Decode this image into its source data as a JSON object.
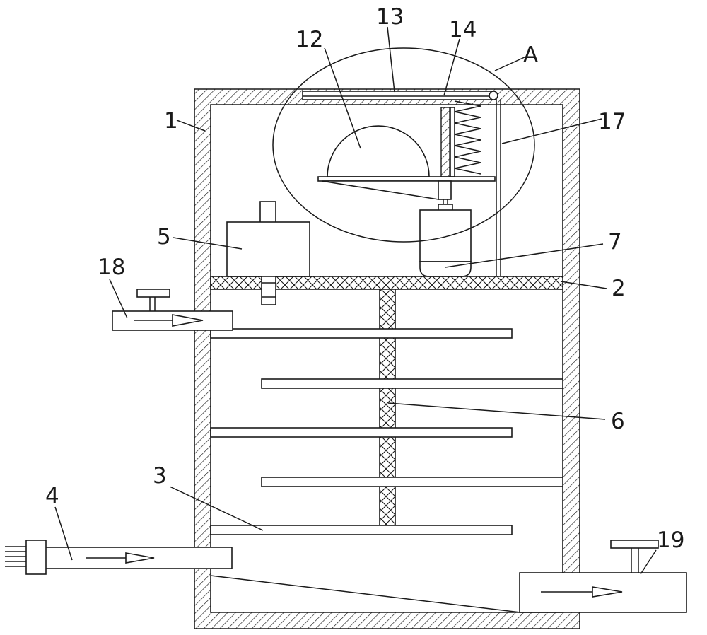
{
  "diagram": {
    "labels": {
      "l1": "1",
      "l2": "2",
      "l3": "3",
      "l4": "4",
      "l5": "5",
      "l6": "6",
      "l7": "7",
      "l12": "12",
      "l13": "13",
      "l14": "14",
      "l17": "17",
      "l18": "18",
      "l19": "19",
      "lA": "A"
    }
  }
}
